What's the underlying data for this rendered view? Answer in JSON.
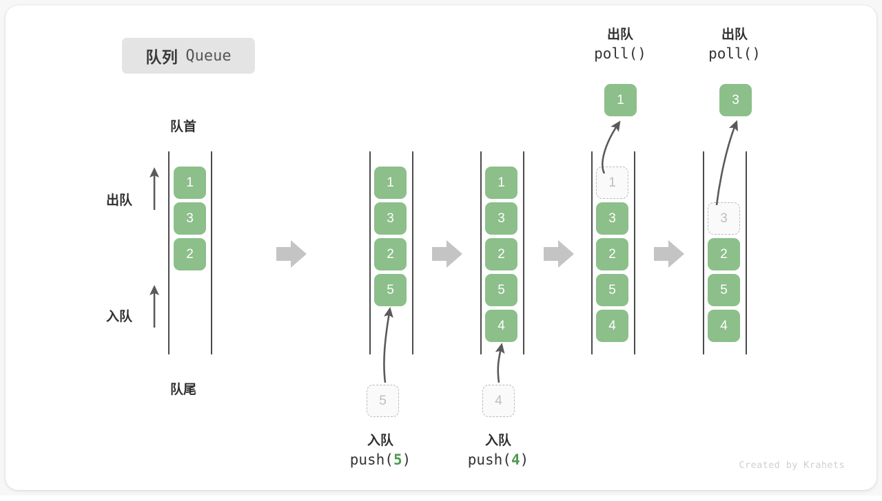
{
  "title": {
    "cn": "队列",
    "en": "Queue"
  },
  "labels": {
    "front": "队首",
    "rear": "队尾",
    "dequeue_arrow": "出队",
    "enqueue_arrow": "入队"
  },
  "operations": [
    {
      "name": "push-5",
      "cn": "入队",
      "code_prefix": "push(",
      "arg": "5",
      "code_suffix": ")"
    },
    {
      "name": "push-4",
      "cn": "入队",
      "code_prefix": "push(",
      "arg": "4",
      "code_suffix": ")"
    },
    {
      "name": "poll-1",
      "cn": "出队",
      "code_prefix": "poll(",
      "arg": "",
      "code_suffix": ")"
    },
    {
      "name": "poll-3",
      "cn": "出队",
      "code_prefix": "poll(",
      "arg": "",
      "code_suffix": ")"
    }
  ],
  "stages": [
    {
      "name": "initial",
      "nodes": [
        "1",
        "3",
        "2"
      ]
    },
    {
      "name": "after-push-5",
      "nodes": [
        "1",
        "3",
        "2",
        "5"
      ]
    },
    {
      "name": "after-push-4",
      "nodes": [
        "1",
        "3",
        "2",
        "5",
        "4"
      ]
    },
    {
      "name": "after-poll-1",
      "nodes": [
        "1",
        "3",
        "2",
        "5",
        "4"
      ]
    },
    {
      "name": "after-poll-3",
      "nodes": [
        "3",
        "2",
        "5",
        "4"
      ]
    }
  ],
  "incoming": [
    {
      "name": "incoming-5",
      "value": "5"
    },
    {
      "name": "incoming-4",
      "value": "4"
    }
  ],
  "outgoing": [
    {
      "name": "outgoing-1",
      "value": "1"
    },
    {
      "name": "outgoing-3",
      "value": "3"
    }
  ],
  "ghosts": [
    {
      "name": "ghost-popped-1",
      "value": "1"
    },
    {
      "name": "ghost-popped-3",
      "value": "3"
    }
  ],
  "credit": "Created by Krahets",
  "colors": {
    "node_fill": "#8cbf8a",
    "ghost_border": "#b9b9b9",
    "rail": "#4a4a4a",
    "flow_arrow": "#c4c4c4",
    "text": "#2f2f2f",
    "badge_bg": "#e4e4e4",
    "credit": "#cfcfcf",
    "accent_green": "#4e9a4e"
  }
}
